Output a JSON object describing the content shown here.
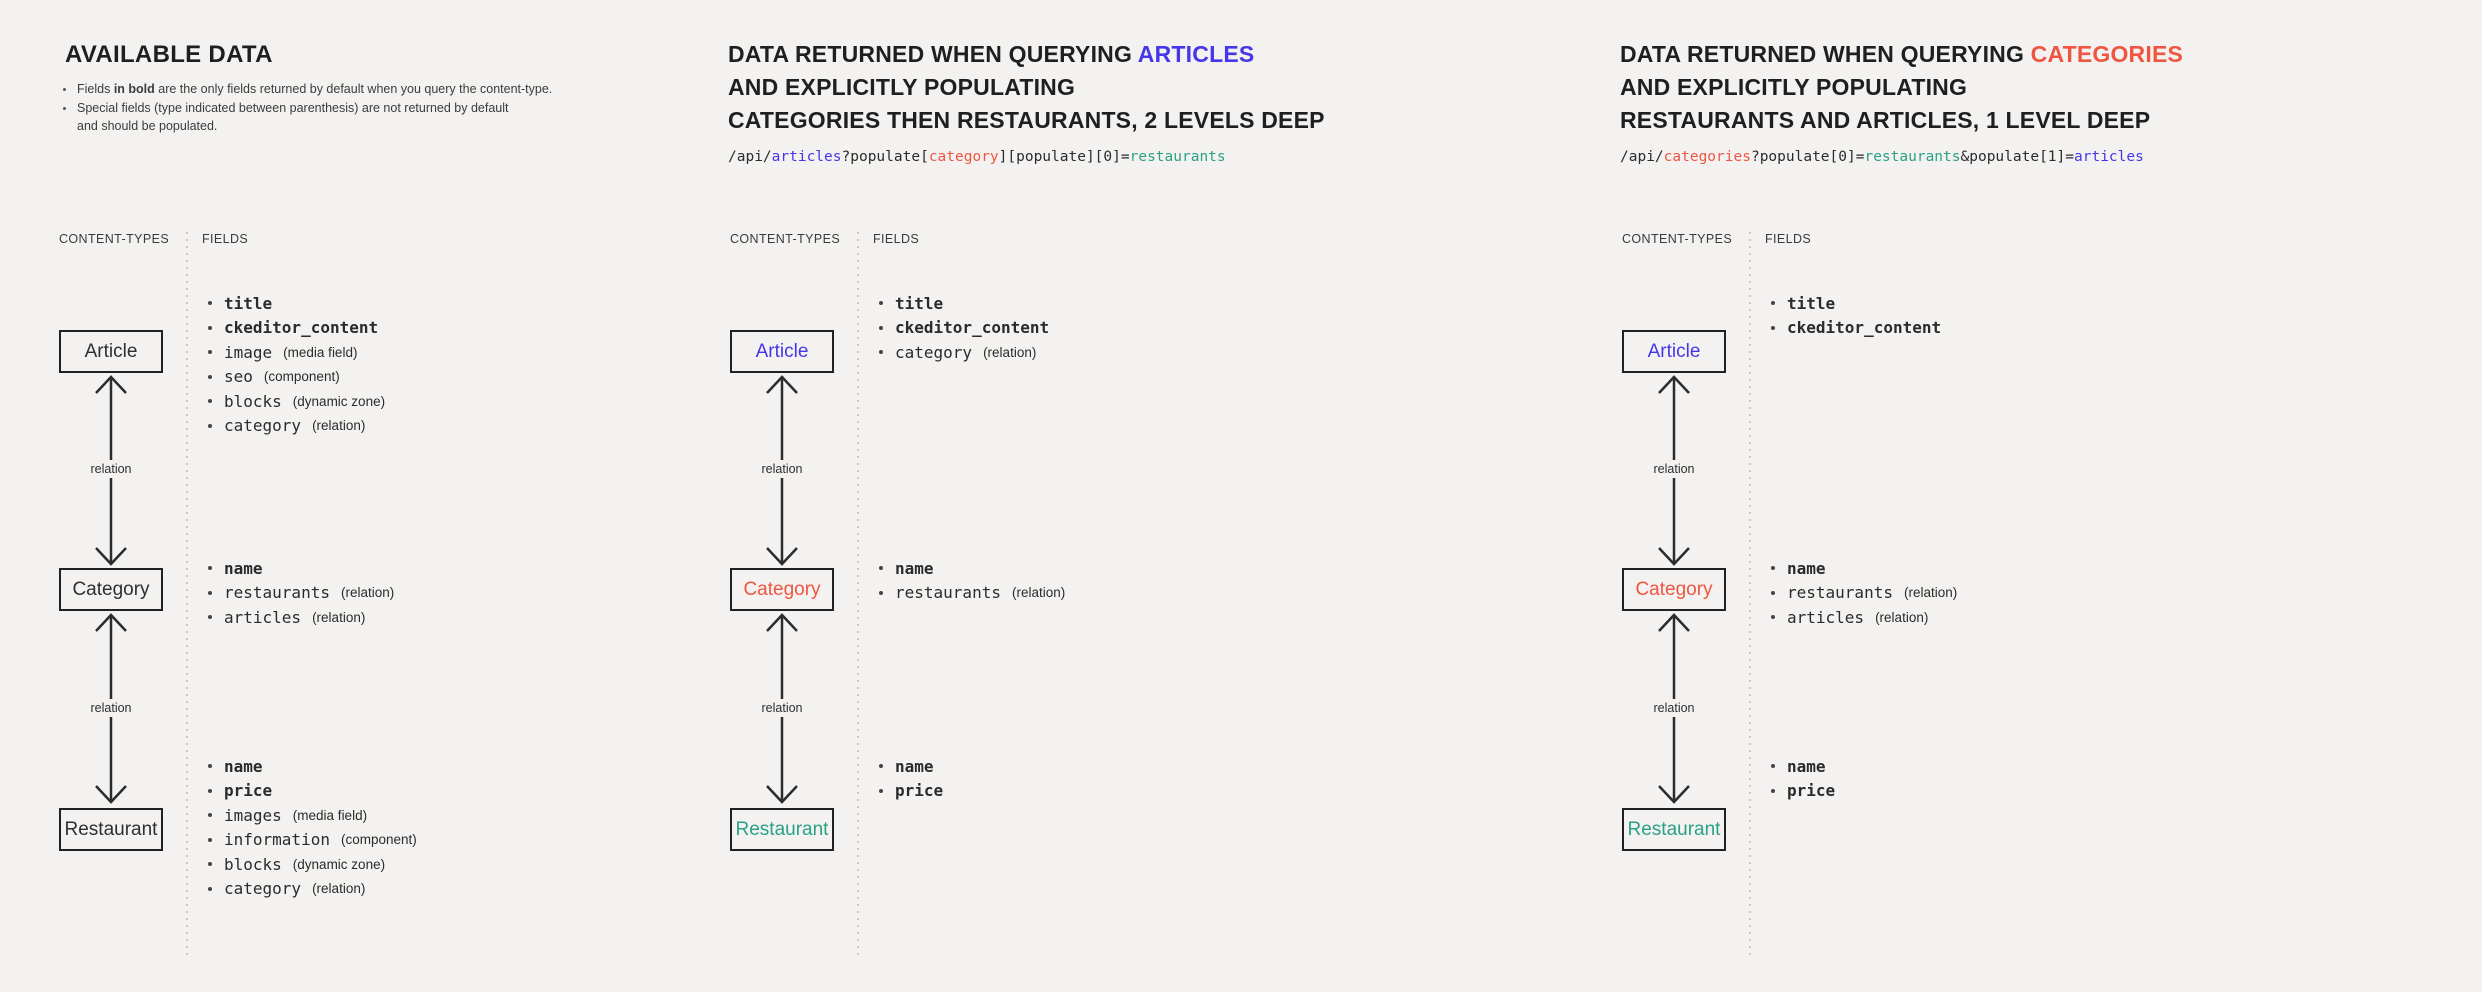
{
  "colors": {
    "accent_blue": "#4636ea",
    "accent_red": "#ee5642",
    "accent_teal": "#2aa184",
    "text_dark": "#242424",
    "background": "#f3f2f0"
  },
  "panels": [
    {
      "title": "AVAILABLE DATA",
      "notes": {
        "n1_pre": "Fields ",
        "n1_bold": "in bold",
        "n1_post": " are the only fields returned by default when you query the content-type.",
        "n2_line1": "Special fields (type indicated between parenthesis) are not returned by default",
        "n2_line2": "and should be populated."
      },
      "content_types_label": "CONTENT-TYPES",
      "fields_label": "FIELDS",
      "relation_label_1": "relation",
      "relation_label_2": "relation",
      "boxes": {
        "article": "Article",
        "category": "Category",
        "restaurant": "Restaurant"
      },
      "article_fields": [
        {
          "name": "title"
        },
        {
          "name": "ckeditor_content"
        },
        {
          "name": "image",
          "ann": "(media field)"
        },
        {
          "name": "seo",
          "ann": "(component)"
        },
        {
          "name": "blocks",
          "ann": "(dynamic zone)"
        },
        {
          "name": "category",
          "ann": "(relation)"
        }
      ],
      "category_fields": [
        {
          "name": "name"
        },
        {
          "name": "restaurants",
          "ann": "(relation)"
        },
        {
          "name": "articles",
          "ann": "(relation)"
        }
      ],
      "restaurant_fields": [
        {
          "name": "name"
        },
        {
          "name": "price"
        },
        {
          "name": "images",
          "ann": "(media field)"
        },
        {
          "name": "information",
          "ann": "(component)"
        },
        {
          "name": "blocks",
          "ann": "(dynamic zone)"
        },
        {
          "name": "category",
          "ann": "(relation)"
        }
      ]
    },
    {
      "title": {
        "l1a": "DATA RETURNED WHEN QUERYING ",
        "l1b": "ARTICLES",
        "l2": "AND EXPLICITLY POPULATING",
        "l3": "CATEGORIES THEN RESTAURANTS, 2 LEVELS DEEP"
      },
      "code": {
        "s1": "/api/",
        "s2": "articles",
        "s3": "?populate[",
        "s4": "category",
        "s5": "][populate][0]=",
        "s6": "restaurants"
      },
      "content_types_label": "CONTENT-TYPES",
      "fields_label": "FIELDS",
      "relation_label_1": "relation",
      "relation_label_2": "relation",
      "boxes": {
        "article": "Article",
        "category": "Category",
        "restaurant": "Restaurant"
      },
      "article_fields": [
        {
          "name": "title"
        },
        {
          "name": "ckeditor_content"
        },
        {
          "name": "category",
          "ann": "(relation)"
        }
      ],
      "category_fields": [
        {
          "name": "name"
        },
        {
          "name": "restaurants",
          "ann": "(relation)"
        }
      ],
      "restaurant_fields": [
        {
          "name": "name"
        },
        {
          "name": "price"
        }
      ]
    },
    {
      "title": {
        "l1a": "DATA RETURNED WHEN QUERYING ",
        "l1b": "CATEGORIES",
        "l2": "AND EXPLICITLY POPULATING",
        "l3": "RESTAURANTS AND ARTICLES, 1 LEVEL DEEP"
      },
      "code": {
        "s1": "/api/",
        "s2": "categories",
        "s3": "?populate[0]=",
        "s4": "restaurants",
        "s5": "&populate[1]=",
        "s6": "articles"
      },
      "content_types_label": "CONTENT-TYPES",
      "fields_label": "FIELDS",
      "relation_label_1": "relation",
      "relation_label_2": "relation",
      "boxes": {
        "article": "Article",
        "category": "Category",
        "restaurant": "Restaurant"
      },
      "article_fields": [
        {
          "name": "title"
        },
        {
          "name": "ckeditor_content"
        }
      ],
      "category_fields": [
        {
          "name": "name"
        },
        {
          "name": "restaurants",
          "ann": "(relation)"
        },
        {
          "name": "articles",
          "ann": "(relation)"
        }
      ],
      "restaurant_fields": [
        {
          "name": "name"
        },
        {
          "name": "price"
        }
      ]
    }
  ]
}
